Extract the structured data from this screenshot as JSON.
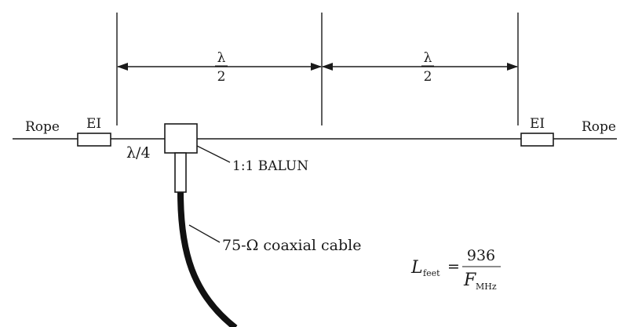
{
  "labels": {
    "rope_left": "Rope",
    "rope_right": "Rope",
    "insulator_left": "EI",
    "insulator_right": "EI",
    "quarter_wave": "λ/4",
    "half_wave_1_num": "λ",
    "half_wave_1_den": "2",
    "half_wave_2_num": "λ",
    "half_wave_2_den": "2",
    "balun": "1:1 BALUN",
    "cable": "75-Ω coaxial cable"
  },
  "formula": {
    "variable": "L",
    "variable_subscript": "feet",
    "equals": "=",
    "numerator": "936",
    "denominator": "F",
    "denominator_subscript": "MHz"
  }
}
